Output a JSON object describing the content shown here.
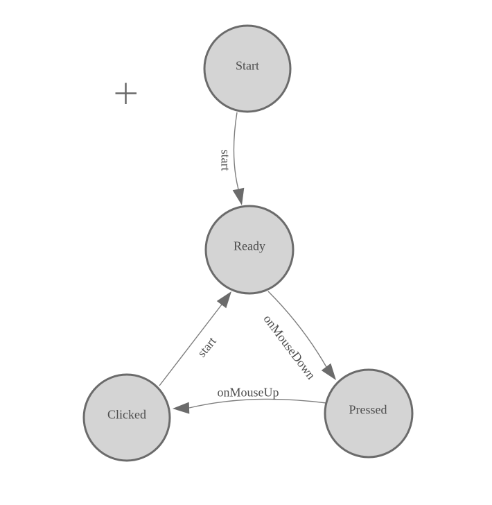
{
  "diagram": {
    "type": "state-machine"
  },
  "nodes": [
    {
      "id": "start",
      "label": "Start"
    },
    {
      "id": "ready",
      "label": "Ready"
    },
    {
      "id": "clicked",
      "label": "Clicked"
    },
    {
      "id": "pressed",
      "label": "Pressed"
    }
  ],
  "edges": [
    {
      "from": "Start",
      "to": "Ready",
      "label": "start"
    },
    {
      "from": "Clicked",
      "to": "Ready",
      "label": "start"
    },
    {
      "from": "Ready",
      "to": "Pressed",
      "label": "onMouseDown"
    },
    {
      "from": "Pressed",
      "to": "Clicked",
      "label": "onMouseUp"
    }
  ],
  "icons": {
    "crosshair": "plus-crosshair"
  },
  "palette": {
    "canvas_bg": "#ffffff",
    "node_fill": "#d4d4d4",
    "node_stroke": "#6b6b6b",
    "edge_stroke": "#7d7d7d",
    "arrowhead_fill": "#6b6b6b",
    "label_color": "#4d4d4d",
    "crosshair_color": "#686868"
  }
}
